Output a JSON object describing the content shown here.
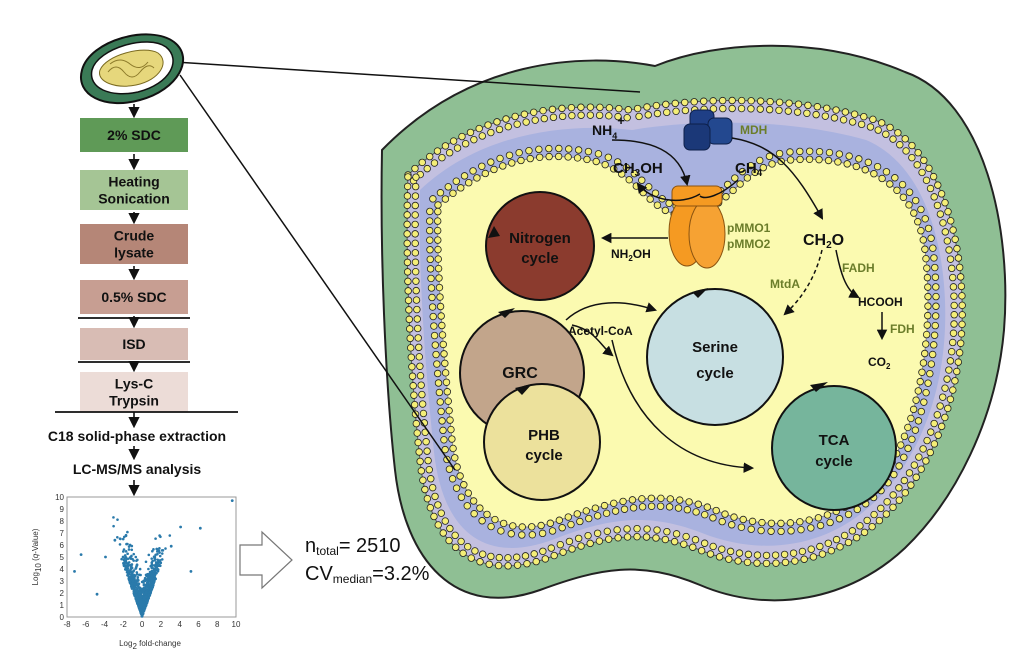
{
  "workflow": {
    "steps": [
      {
        "lines": [
          "2% SDC"
        ],
        "color": "#5f9a57"
      },
      {
        "lines": [
          "Heating",
          "Sonication"
        ],
        "color": "#a5c595"
      },
      {
        "lines": [
          "Crude",
          "lysate"
        ],
        "color": "#b58677"
      },
      {
        "lines": [
          "0.5% SDC"
        ],
        "color": "#c79e92"
      },
      {
        "lines": [
          "ISD"
        ],
        "color": "#d8bcb4"
      },
      {
        "lines": [
          "Lys-C",
          "Trypsin"
        ],
        "color": "#ecdcd7"
      }
    ],
    "extraction": "C18 solid-phase extraction",
    "analysis": "LC-MS/MS analysis"
  },
  "volcano": {
    "ylabel_prefix": "Log",
    "ylabel_sub": "10",
    "ylabel_open": " (",
    "ylabel_var": "q",
    "ylabel_rest": "-Value)",
    "xlabel_prefix": "Log",
    "xlabel_sub": "2",
    "xlabel_rest": " fold-change",
    "xticks": [
      "-8",
      "-6",
      "-4",
      "-2",
      "0",
      "2",
      "4",
      "6",
      "8",
      "10"
    ],
    "yticks": [
      "0",
      "1",
      "2",
      "3",
      "4",
      "5",
      "6",
      "7",
      "8",
      "9",
      "10"
    ],
    "xlim": [
      -8,
      10
    ],
    "ylim": [
      0,
      10
    ],
    "point_color": "#2a7aab"
  },
  "stats": {
    "n_main": "n",
    "n_sub": "total",
    "n_value": "= 2510",
    "cv_main": "CV",
    "cv_sub": "median",
    "cv_value": "=3.2%"
  },
  "cell": {
    "nh4": "NH",
    "nh4_sub": "4",
    "nh4_sup": "+",
    "ch3oh_a": "CH",
    "ch3oh_sub": "3",
    "ch3oh_b": "OH",
    "ch4_a": "CH",
    "ch4_sub": "4",
    "mdh": "MDH",
    "pmmo1": "pMMO1",
    "pmmo2": "pMMO2",
    "nh2oh_a": "NH",
    "nh2oh_sub": "2",
    "nh2oh_b": "OH",
    "ch2o_a": "CH",
    "ch2o_sub": "2",
    "ch2o_b": "O",
    "fadh": "FADH",
    "mtda": "MtdA",
    "hcooh": "HCOOH",
    "fdh": "FDH",
    "co2_a": "CO",
    "co2_sub": "2",
    "acetyl": "Acetyl-CoA",
    "nitrogen": [
      "Nitrogen",
      "cycle"
    ],
    "serine": [
      "Serine",
      "cycle"
    ],
    "grc": "GRC",
    "phb": [
      "PHB",
      "cycle"
    ],
    "tca": [
      "TCA",
      "cycle"
    ]
  },
  "colors": {
    "outer_green": "#8fbf94",
    "membrane_lavender": "#c3c0e0",
    "inner_blue": "#8f9ed0",
    "cytoplasm": "#fbfab0",
    "bead": "#f4ee77",
    "nitrogen": "#8b3b2e",
    "serine": "#c7dfe2",
    "grc": "#c2a58b",
    "phb": "#ece19c",
    "tca": "#76b59c",
    "pmmo": "#f59a22",
    "mdh": "#1f3f86"
  }
}
